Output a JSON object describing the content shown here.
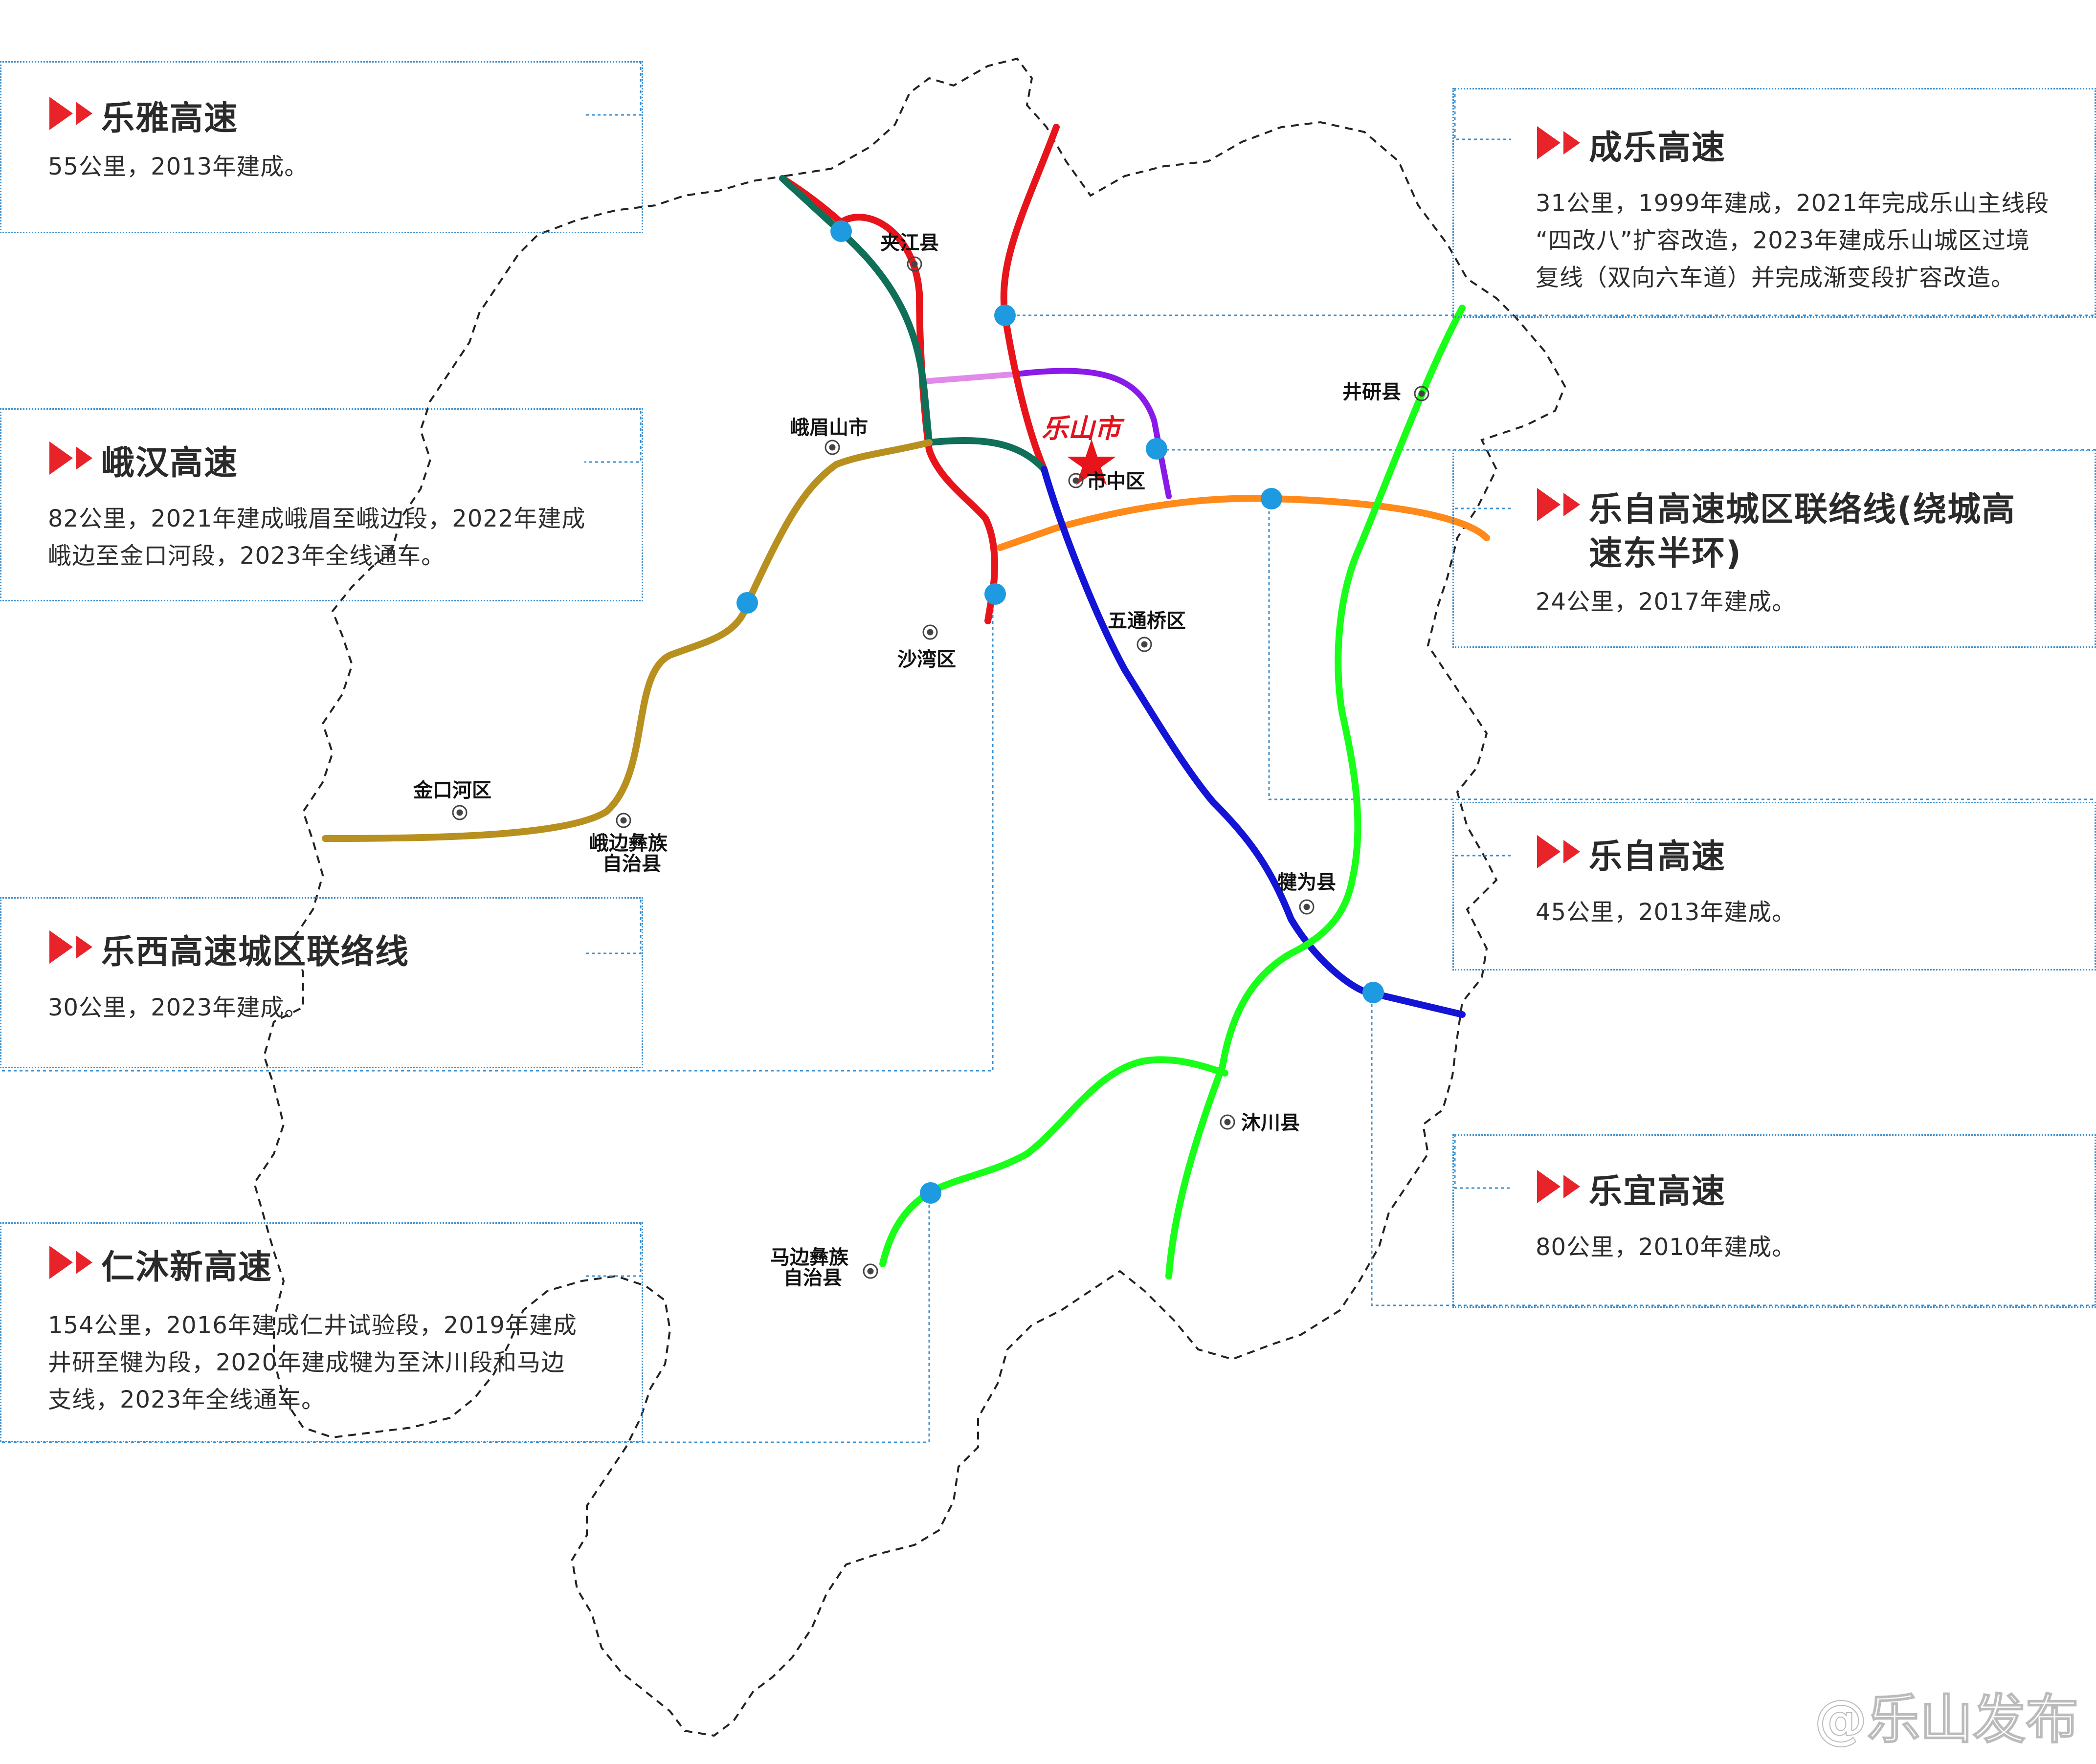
{
  "capital": {
    "name": "乐山市"
  },
  "places": {
    "jiajiang": "夹江县",
    "emeishan": "峨眉山市",
    "shizhong": "市中区",
    "shawan": "沙湾区",
    "wutongqiao": "五通桥区",
    "jingyan": "井研县",
    "jinkouhe": "金口河区",
    "ebian": "峨边彝族自治县",
    "qianwei": "犍为县",
    "muchuan": "沐川县",
    "mabian": "马边彝族自治县"
  },
  "cards": [
    {
      "title": "乐雅高速",
      "desc": [
        "55公里，2013年建成。"
      ]
    },
    {
      "title": "峨汉高速",
      "desc": [
        "82公里，2021年建成峨眉至峨边段，2022年建成",
        "峨边至金口河段，2023年全线通车。"
      ]
    },
    {
      "title": "乐西高速城区联络线",
      "desc": [
        "30公里，2023年建成。"
      ]
    },
    {
      "title": "仁沐新高速",
      "desc": [
        "154公里，2016年建成仁井试验段，2019年建成",
        "井研至犍为段，2020年建成犍为至沐川段和马边",
        "支线，2023年全线通车。"
      ]
    },
    {
      "title": "成乐高速",
      "desc": [
        "31公里，1999年建成，2021年完成乐山主线段",
        "“四改八”扩容改造，2023年建成乐山城区过境",
        "复线（双向六车道）并完成渐变段扩容改造。"
      ]
    },
    {
      "title_lines": [
        "乐自高速城区联络线(绕城高",
        "速东半环)"
      ],
      "desc": [
        "24公里，2017年建成。"
      ]
    },
    {
      "title": "乐自高速",
      "desc": [
        "45公里，2013年建成。"
      ]
    },
    {
      "title": "乐宜高速",
      "desc": [
        "80公里，2010年建成。"
      ]
    }
  ],
  "watermark": "@乐山发布",
  "colors": {
    "leya": "#e8141b",
    "ehan": "#b8901f",
    "lexi": "#0f6f58",
    "renmu": "#19ff19",
    "chengle": "#e8141b",
    "ring": "#ff8a1a",
    "lezi": "#1414d6",
    "purple": "#8a1ae8",
    "pink": "#e08aea",
    "node": "#1e9be0",
    "accent": "#e8232a"
  }
}
